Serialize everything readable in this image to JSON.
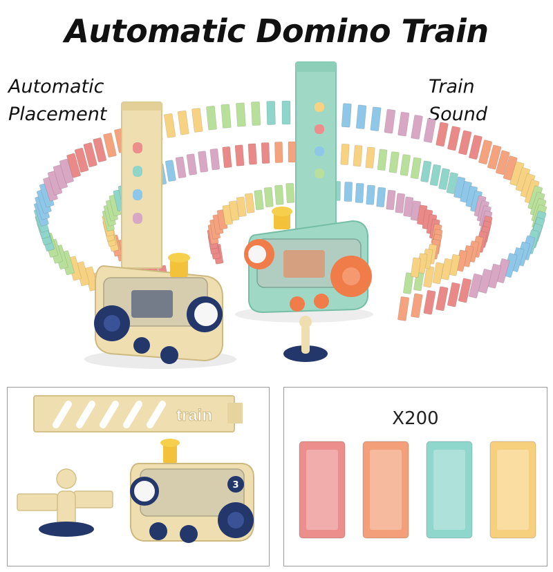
{
  "header": {
    "title": "Automatic Domino Train"
  },
  "features": {
    "left": [
      "Automatic",
      "Placement"
    ],
    "right": [
      "Train",
      "Sound"
    ]
  },
  "accessories": {
    "rail_text": "train",
    "train_number": "3"
  },
  "dominoes_panel": {
    "count_label": "X200",
    "colors": [
      "#ec8e8b",
      "#f3a07a",
      "#8fd6cc",
      "#f7d07d"
    ]
  },
  "palette": {
    "domino_colors": [
      "#e98a89",
      "#f4a37e",
      "#f7d282",
      "#b9e09a",
      "#8fd5c9",
      "#8fc7e8",
      "#d7a7c4"
    ],
    "cream_train": "#efdfb0",
    "mint_train": "#9fd9c6",
    "navy_wheels": "#24376b",
    "orange_wheels": "#f07c4a"
  }
}
